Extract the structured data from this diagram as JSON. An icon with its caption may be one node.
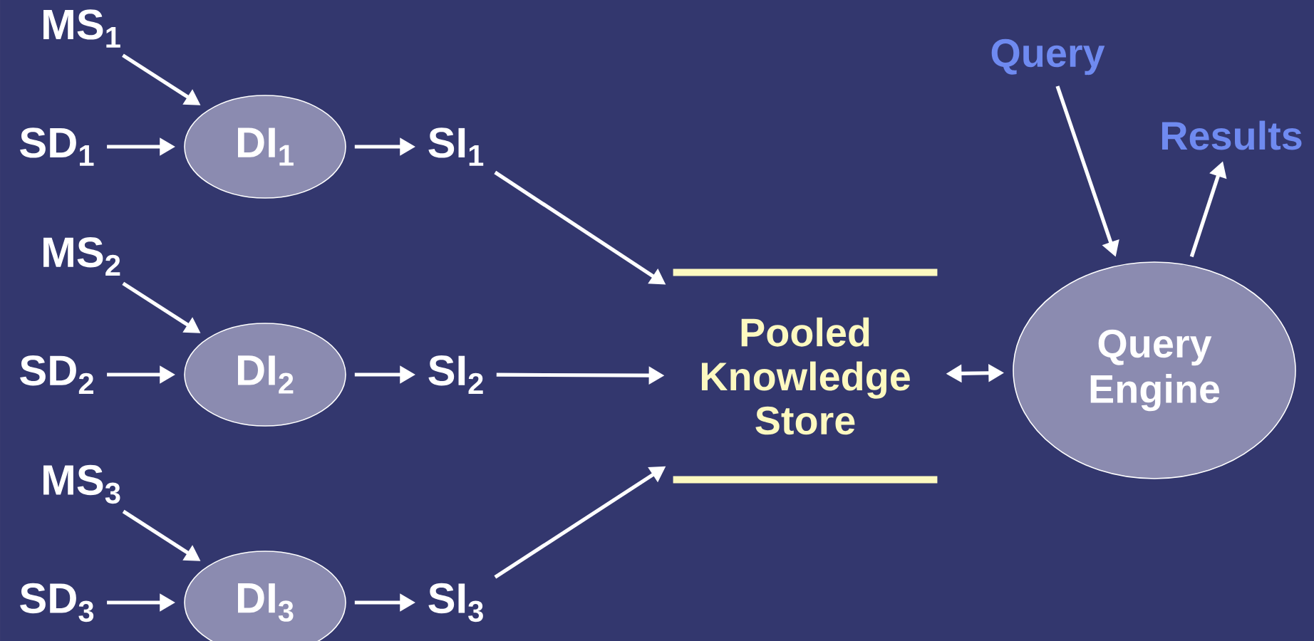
{
  "diagram": {
    "nodes": [
      {
        "text": [
          "MS$_{1}$"
        ]
      },
      {
        "text": [
          "SD$_{1}$"
        ]
      },
      {
        "text": [
          "DI$_{1}$"
        ]
      },
      {
        "text": [
          "SI$_{1}$"
        ]
      },
      {
        "text": [
          "MS$_{2}$"
        ]
      },
      {
        "text": [
          "SD$_{2}$"
        ]
      },
      {
        "text": [
          "DI$_{2}$"
        ]
      },
      {
        "text": [
          "SI$_{2}$"
        ]
      },
      {
        "text": [
          "MS$_{3}$"
        ]
      },
      {
        "text": [
          "SD$_{3}$"
        ]
      },
      {
        "text": [
          "DI$_{3}$"
        ]
      },
      {
        "text": [
          "SI$_{3}$"
        ]
      },
      {
        "text": [
          "Query"
        ]
      },
      {
        "text": [
          "Results"
        ]
      },
      {
        "text": [
          "Pooled Knowledge Store"
        ]
      },
      {
        "text": [
          "Query Engine"
        ]
      }
    ],
    "edges": [
      {
        "from": 0,
        "to": 2,
        "arrow": "to"
      },
      {
        "from": 1,
        "to": 2,
        "arrow": "to"
      },
      {
        "from": 2,
        "to": 3,
        "arrow": "to"
      },
      {
        "from": 4,
        "to": 6,
        "arrow": "to"
      },
      {
        "from": 5,
        "to": 6,
        "arrow": "to"
      },
      {
        "from": 6,
        "to": 7,
        "arrow": "to"
      },
      {
        "from": 8,
        "to": 10,
        "arrow": "to"
      },
      {
        "from": 9,
        "to": 10,
        "arrow": "to"
      },
      {
        "from": 10,
        "to": 11,
        "arrow": "to"
      },
      {
        "from": 3,
        "to": 14,
        "arrow": "to"
      },
      {
        "from": 7,
        "to": 14,
        "arrow": "to"
      },
      {
        "from": 11,
        "to": 14,
        "arrow": "to"
      },
      {
        "from": 14,
        "to": 15,
        "arrow": "both"
      },
      {
        "from": 12,
        "to": 15,
        "arrow": "to"
      },
      {
        "from": 15,
        "to": 13,
        "arrow": "to"
      }
    ]
  }
}
